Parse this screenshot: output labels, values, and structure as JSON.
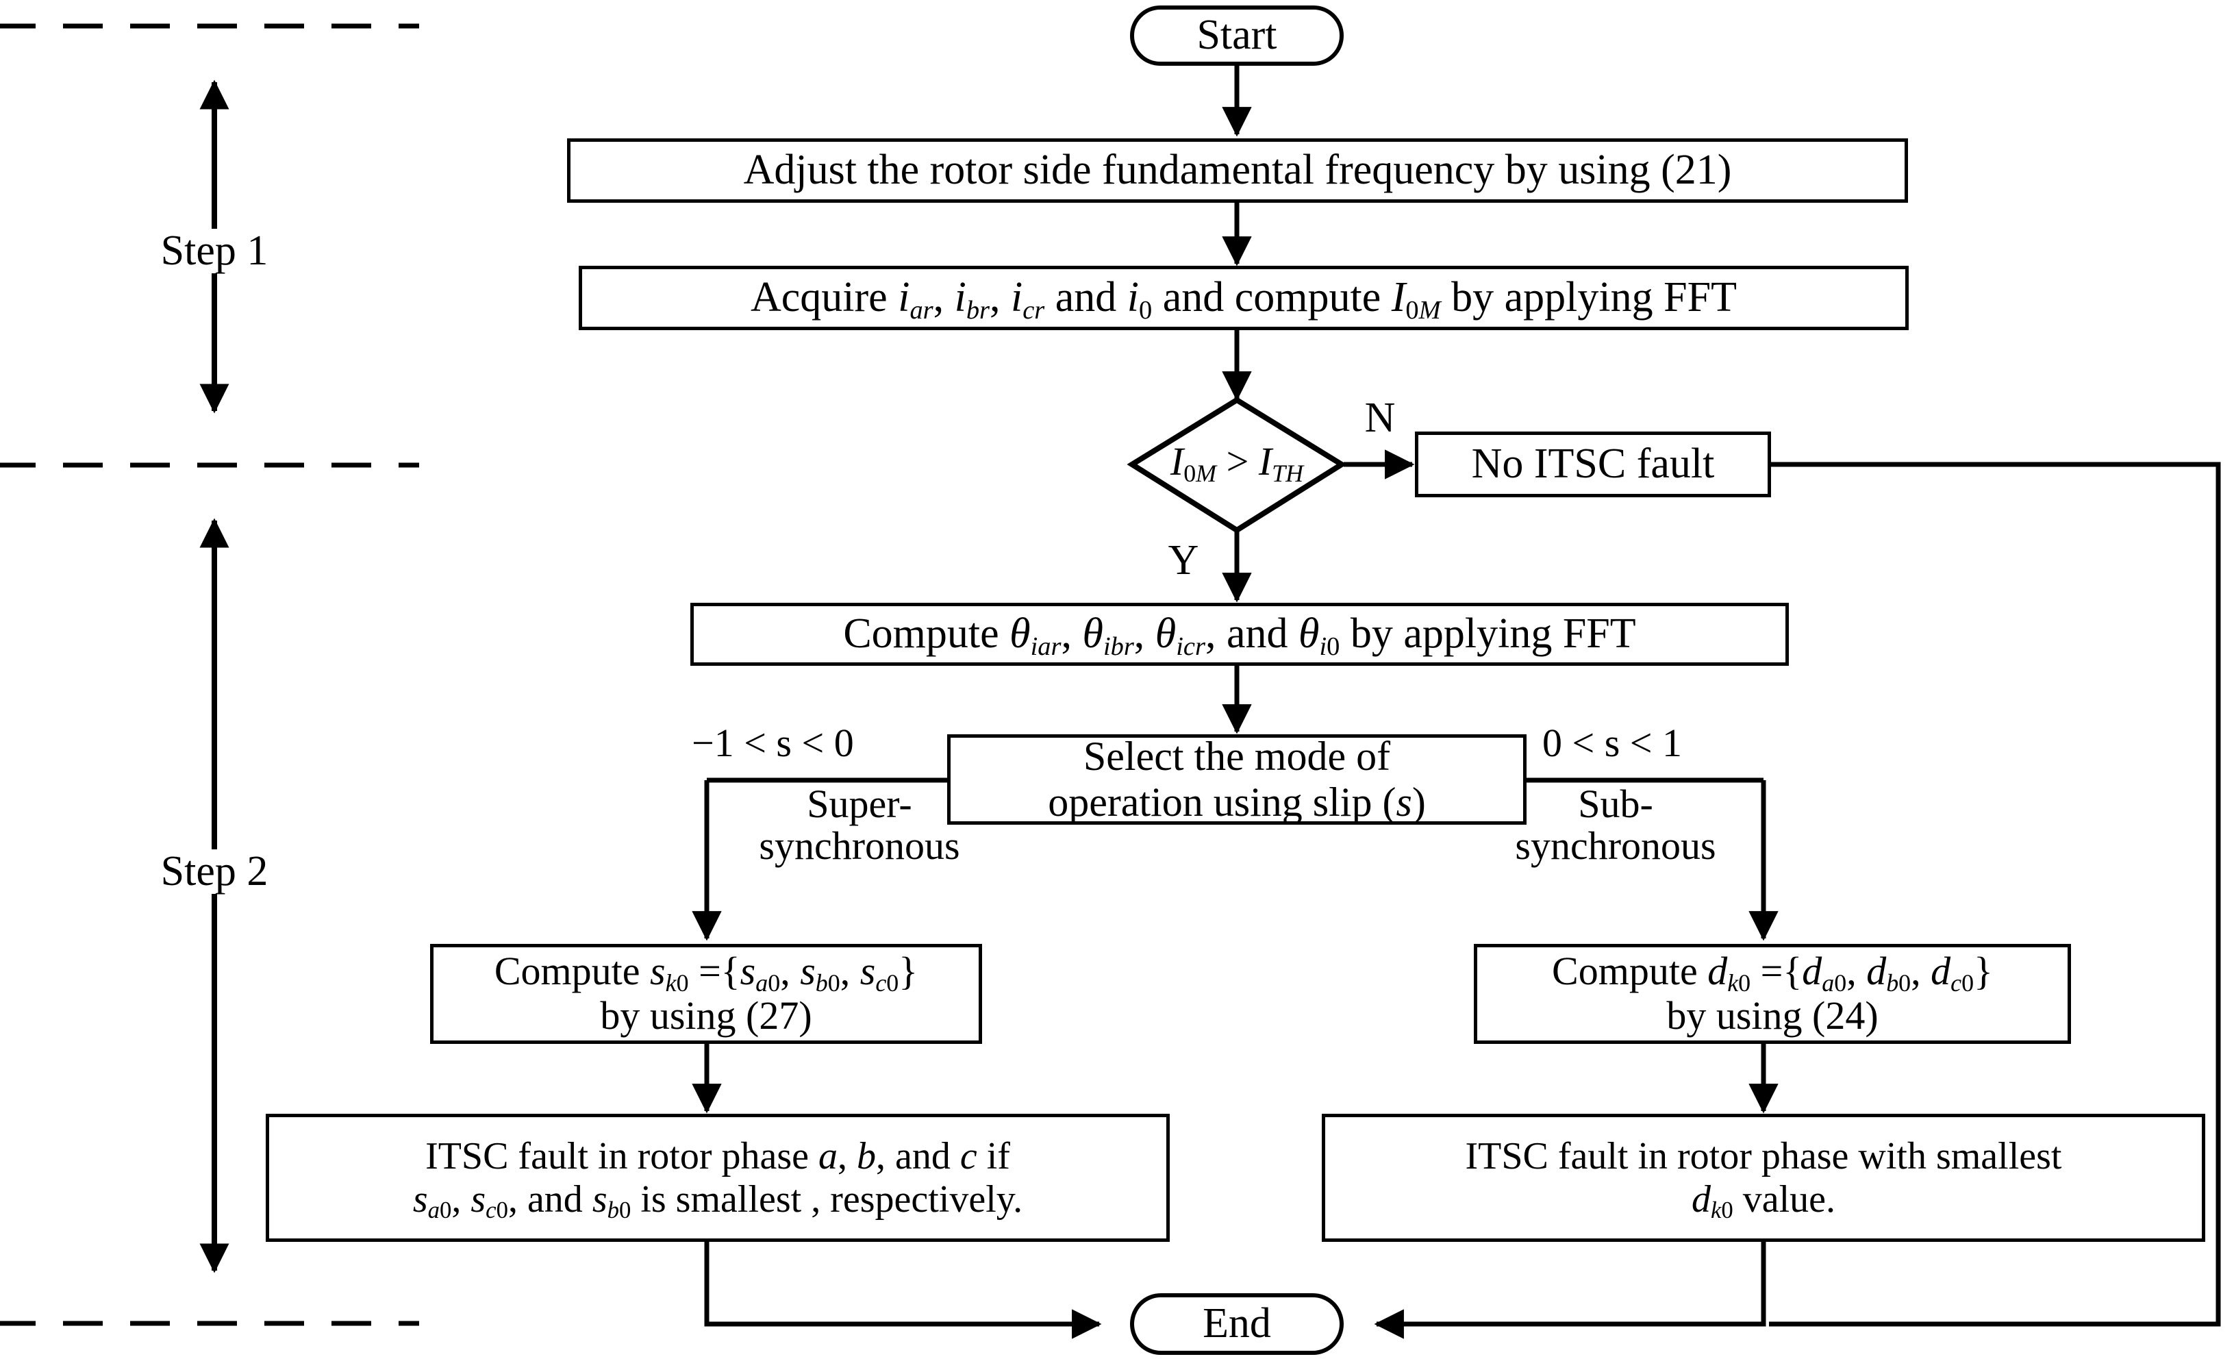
{
  "diagram": {
    "title": "ITSC rotor fault detection flowchart",
    "line_color": "#000000",
    "background": "#ffffff"
  },
  "steps": [
    {
      "label": "Step 1"
    },
    {
      "label": "Step 2"
    }
  ],
  "nodes": {
    "start": {
      "label": "Start",
      "shape": "terminal"
    },
    "adjust_freq": {
      "label": "Adjust the rotor side fundamental frequency by using (21)",
      "shape": "process"
    },
    "acquire": {
      "label": "Acquire iar, ibr, icr and i0 and compute I0M by applying FFT",
      "shape": "process"
    },
    "decision": {
      "label": "I0M > ITH",
      "shape": "decision"
    },
    "no_fault": {
      "label": "No ITSC fault",
      "shape": "process"
    },
    "compute_theta": {
      "label": "Compute θiar, θibr, θicr, and θi0 by applying FFT",
      "shape": "process"
    },
    "select_mode": {
      "label_line1": "Select the mode of",
      "label_line2": "operation using slip (s)",
      "shape": "process"
    },
    "compute_s": {
      "label_line1": "Compute sk0 ={sa0, sb0, sc0}",
      "label_line2": "by using (27)",
      "shape": "process"
    },
    "compute_d": {
      "label_line1": "Compute dk0 ={da0, db0, dc0}",
      "label_line2": "by using (24)",
      "shape": "process"
    },
    "result_left": {
      "label_line1": "ITSC fault in rotor phase a, b, and c if",
      "label_line2": "sa0, sc0, and sb0 is smallest , respectively.",
      "shape": "process"
    },
    "result_right": {
      "label_line1": "ITSC fault in rotor phase with smallest",
      "label_line2": "dk0 value.",
      "shape": "process"
    },
    "end": {
      "label": "End",
      "shape": "terminal"
    }
  },
  "edge_labels": {
    "decision_no": "N",
    "decision_yes": "Y",
    "slip_left_range": "−1 < s < 0",
    "slip_right_range": "0 < s < 1",
    "mode_left_line1": "Super-",
    "mode_left_line2": "synchronous",
    "mode_right_line1": "Sub-",
    "mode_right_line2": "synchronous"
  }
}
